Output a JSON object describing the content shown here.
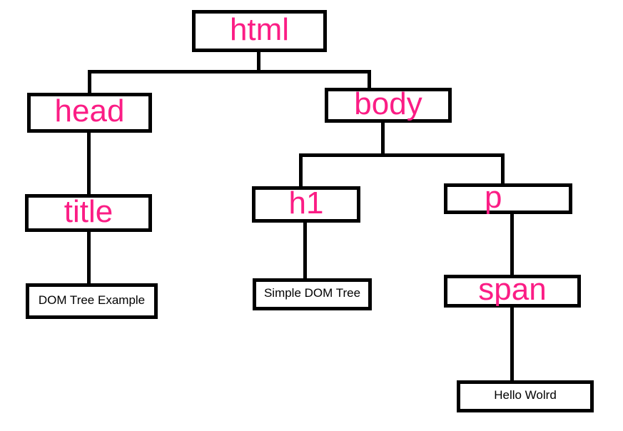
{
  "diagram": {
    "title": "DOM Tree Example",
    "type": "tree",
    "colors": {
      "tag_text": "#fb1d85",
      "content_text": "#000000",
      "box_border": "#000000",
      "background": "#ffffff"
    },
    "nodes": {
      "html": {
        "label": "html",
        "kind": "tag"
      },
      "head": {
        "label": "head",
        "kind": "tag"
      },
      "body": {
        "label": "body",
        "kind": "tag"
      },
      "title": {
        "label": "title",
        "kind": "tag"
      },
      "title_text": {
        "label": "DOM Tree Example",
        "kind": "text"
      },
      "h1": {
        "label": "h1",
        "kind": "tag"
      },
      "h1_text": {
        "label": "Simple DOM Tree",
        "kind": "text"
      },
      "p": {
        "label": "p",
        "kind": "tag"
      },
      "span": {
        "label": "span",
        "kind": "tag"
      },
      "span_text": {
        "label": "Hello Wolrd",
        "kind": "text"
      }
    },
    "edges": [
      {
        "from": "html",
        "to": "head"
      },
      {
        "from": "html",
        "to": "body"
      },
      {
        "from": "head",
        "to": "title"
      },
      {
        "from": "title",
        "to": "title_text"
      },
      {
        "from": "body",
        "to": "h1"
      },
      {
        "from": "body",
        "to": "p"
      },
      {
        "from": "h1",
        "to": "h1_text"
      },
      {
        "from": "p",
        "to": "span"
      },
      {
        "from": "span",
        "to": "span_text"
      }
    ]
  }
}
